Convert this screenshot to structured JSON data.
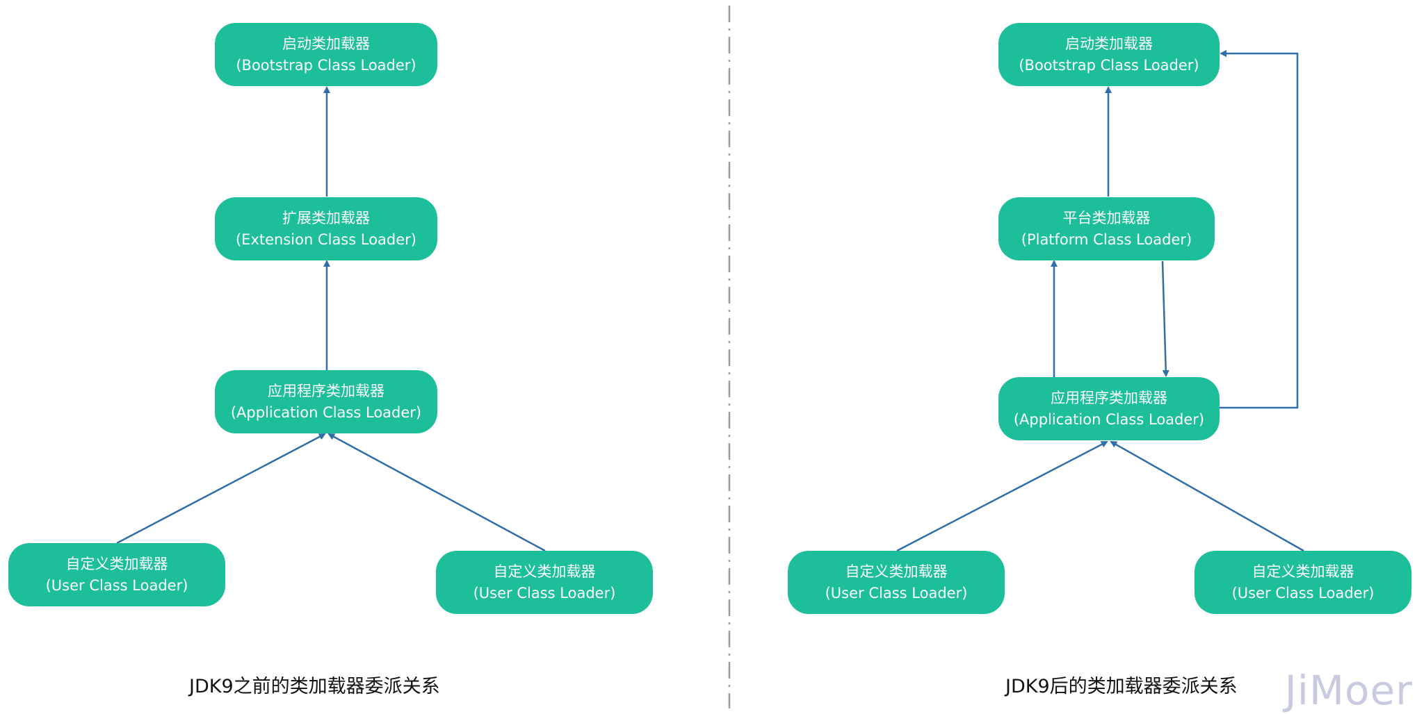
{
  "left_panel": {
    "caption": "JDK9之前的类加载器委派关系",
    "bootstrap": {
      "name": "启动类加载器",
      "en": "(Bootstrap Class Loader)"
    },
    "extension": {
      "name": "扩展类加载器",
      "en": "(Extension Class Loader)"
    },
    "application": {
      "name": "应用程序类加载器",
      "en": "(Application Class Loader)"
    },
    "user1": {
      "name": "自定义类加载器",
      "en": "(User Class Loader)"
    },
    "user2": {
      "name": "自定义类加载器",
      "en": "(User Class Loader)"
    }
  },
  "right_panel": {
    "caption": "JDK9后的类加载器委派关系",
    "bootstrap": {
      "name": "启动类加载器",
      "en": "(Bootstrap Class Loader)"
    },
    "platform": {
      "name": "平台类加载器",
      "en": "(Platform Class Loader)"
    },
    "application": {
      "name": "应用程序类加载器",
      "en": "(Application Class Loader)"
    },
    "user1": {
      "name": "自定义类加载器",
      "en": "(User Class Loader)"
    },
    "user2": {
      "name": "自定义类加载器",
      "en": "(User Class Loader)"
    }
  },
  "watermark": "JiMoer",
  "colors": {
    "node_fill": "#1dbf9b",
    "arrow": "#2f6ea6",
    "divider": "#999999"
  }
}
